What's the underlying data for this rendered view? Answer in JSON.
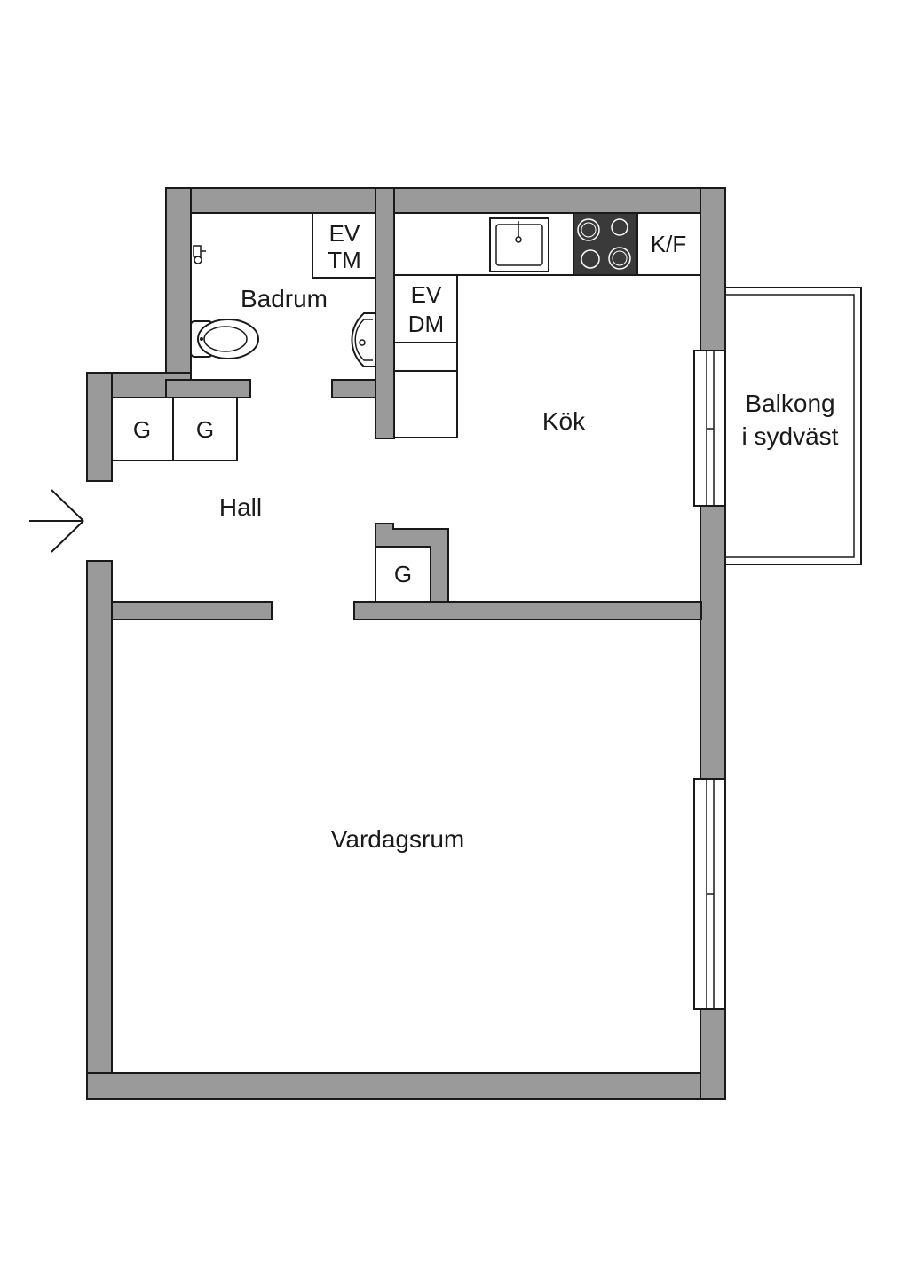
{
  "rooms": {
    "bathroom": "Badrum",
    "kitchen": "Kök",
    "hall": "Hall",
    "living_room": "Vardagsrum",
    "balcony_line1": "Balkong",
    "balcony_line2": "i sydväst"
  },
  "fixtures": {
    "washer_line1": "EV",
    "washer_line2": "TM",
    "dishwasher_line1": "EV",
    "dishwasher_line2": "DM",
    "fridge_freezer": "K/F",
    "wardrobe_1": "G",
    "wardrobe_2": "G",
    "wardrobe_3": "G"
  },
  "colors": {
    "wall": "#9a9a9a",
    "stove": "#3a3a3a",
    "line": "#1a1a1a"
  }
}
